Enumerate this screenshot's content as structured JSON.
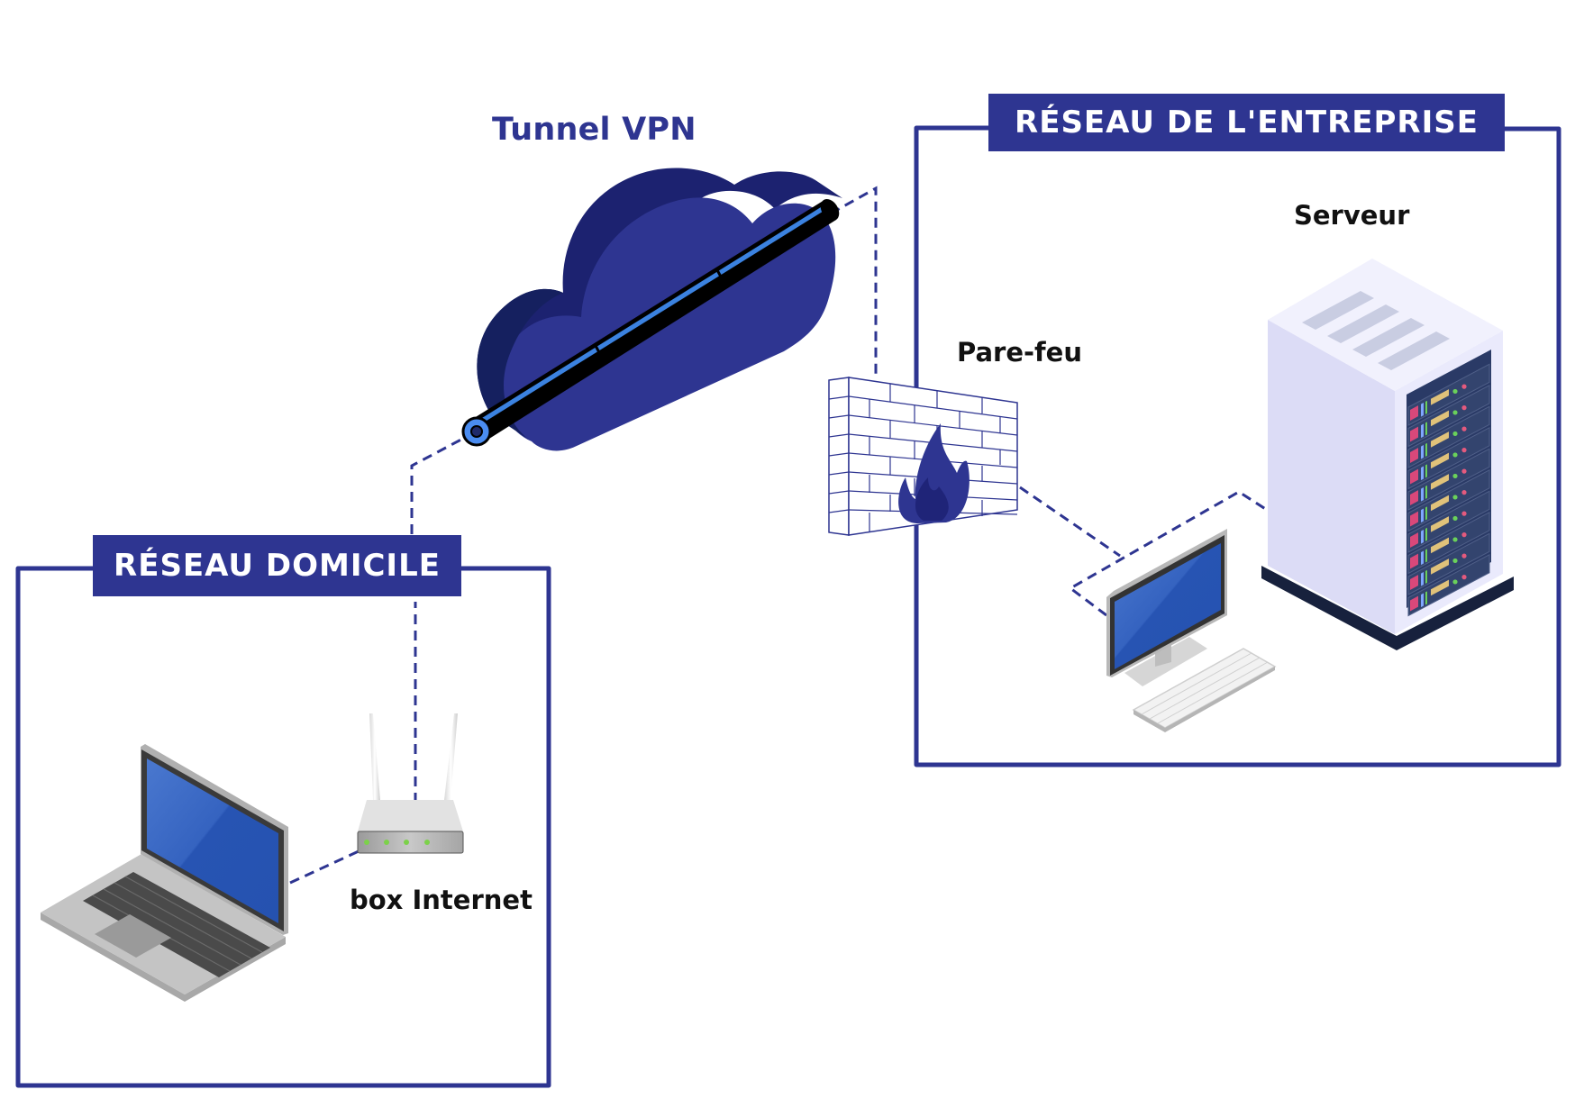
{
  "diagram": {
    "title": "Tunnel VPN",
    "zones": {
      "home": {
        "label": "RÉSEAU DOMICILE"
      },
      "enterprise": {
        "label": "RÉSEAU DE L'ENTREPRISE"
      }
    },
    "nodes": {
      "laptop": {
        "icon": "laptop-icon"
      },
      "router": {
        "label": "box Internet",
        "icon": "router-icon"
      },
      "cloud": {
        "icon": "cloud-icon"
      },
      "tunnel": {
        "icon": "tunnel-pipe-icon"
      },
      "firewall": {
        "label": "Pare-feu",
        "icon": "firewall-icon"
      },
      "server": {
        "label": "Serveur",
        "icon": "server-rack-icon"
      },
      "workstation": {
        "icon": "desktop-computer-icon"
      }
    },
    "connections": [
      {
        "from": "laptop",
        "to": "router",
        "style": "dashed"
      },
      {
        "from": "router",
        "to": "tunnel",
        "style": "dashed"
      },
      {
        "from": "tunnel",
        "to": "firewall",
        "style": "dashed"
      },
      {
        "from": "firewall",
        "to": "workstation",
        "style": "dashed"
      },
      {
        "from": "workstation",
        "to": "server",
        "style": "dashed"
      }
    ],
    "colors": {
      "primary": "#2e3591",
      "cloud_front": "#2e3591",
      "cloud_side": "#1f2478",
      "tunnel_blue": "#3b82e0",
      "screen_blue": "#2754b3",
      "led_green": "#7cd14a",
      "label_text": "#ffffff"
    }
  }
}
